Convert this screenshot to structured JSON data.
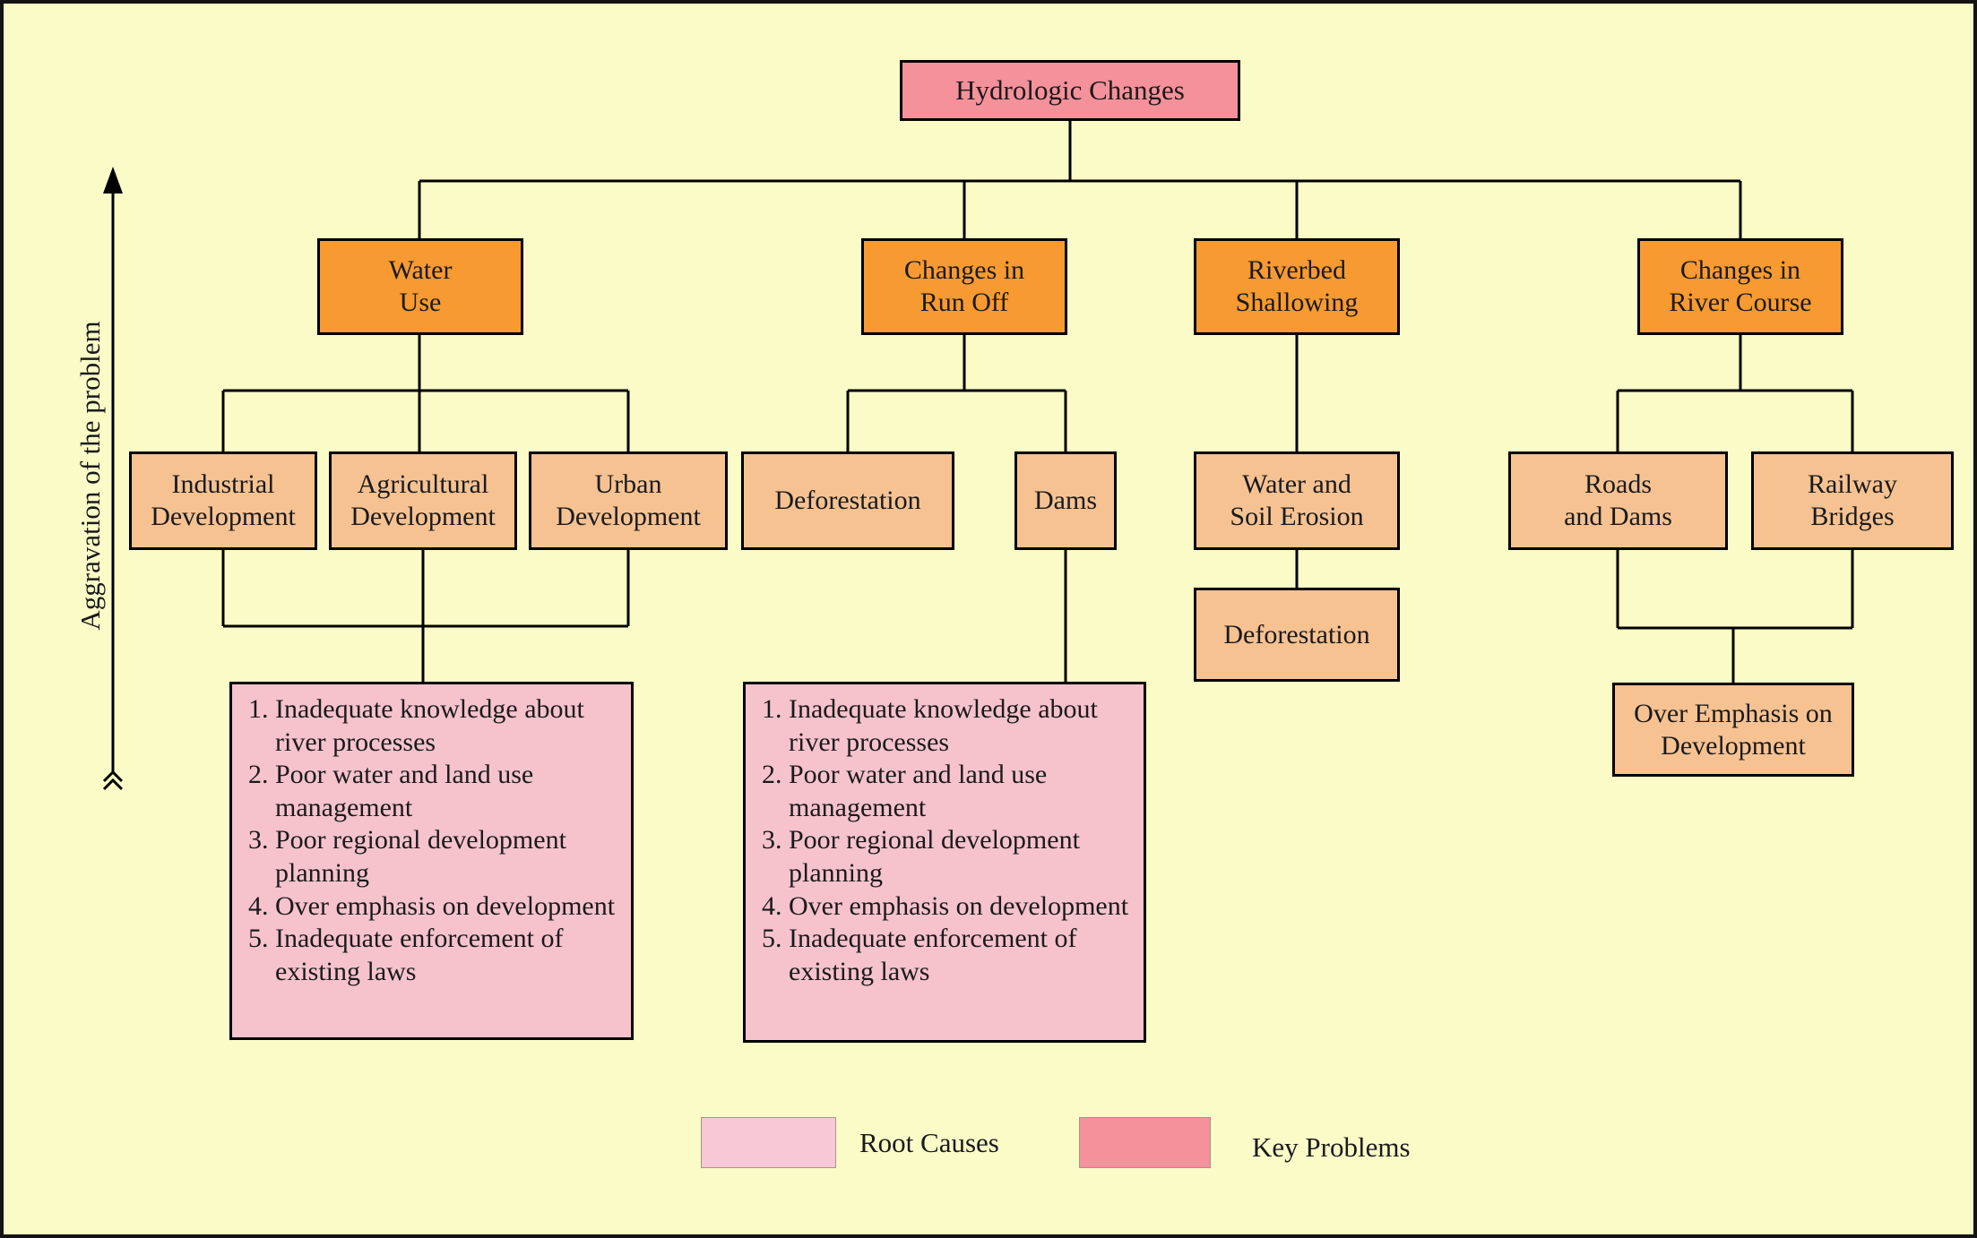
{
  "colors": {
    "background": "#FBFBC8",
    "key_problem_fill": "#F4919B",
    "category_fill": "#F79A31",
    "factor_fill": "#F6C292",
    "root_cause_fill": "#F6C3CD",
    "legend_root_cause_fill": "#F9C8D6",
    "line": "#000000"
  },
  "vertical_axis": {
    "label": "Aggravation of the problem"
  },
  "boxes": {
    "hydrologic_changes": "Hydrologic Changes",
    "water_use": "Water\nUse",
    "changes_in_run_off": "Changes in\nRun Off",
    "riverbed_shallowing": "Riverbed\nShallowing",
    "changes_in_river_course": "Changes in\nRiver Course",
    "industrial_development": "Industrial\nDevelopment",
    "agricultural_development": "Agricultural\nDevelopment",
    "urban_development": "Urban\nDevelopment",
    "deforestation_run_off": "Deforestation",
    "dams": "Dams",
    "water_and_soil_erosion": "Water and\nSoil Erosion",
    "deforestation_riverbed": "Deforestation",
    "roads_and_dams": "Roads\nand Dams",
    "railway_bridges": "Railway\nBridges",
    "over_emphasis_on_development": "Over Emphasis on\nDevelopment"
  },
  "root_cause_lists": {
    "water_use_cluster": [
      "Inadequate knowledge about river processes",
      "Poor water and land use management",
      "Poor regional development planning",
      "Over emphasis on development",
      "Inadequate enforcement of existing laws"
    ],
    "dams_cluster": [
      "Inadequate knowledge about river processes",
      "Poor water and land use management",
      "Poor regional development planning",
      "Over emphasis on development",
      "Inadequate enforcement of existing laws"
    ]
  },
  "legend": {
    "root_causes": "Root Causes",
    "key_problems": "Key Problems"
  }
}
